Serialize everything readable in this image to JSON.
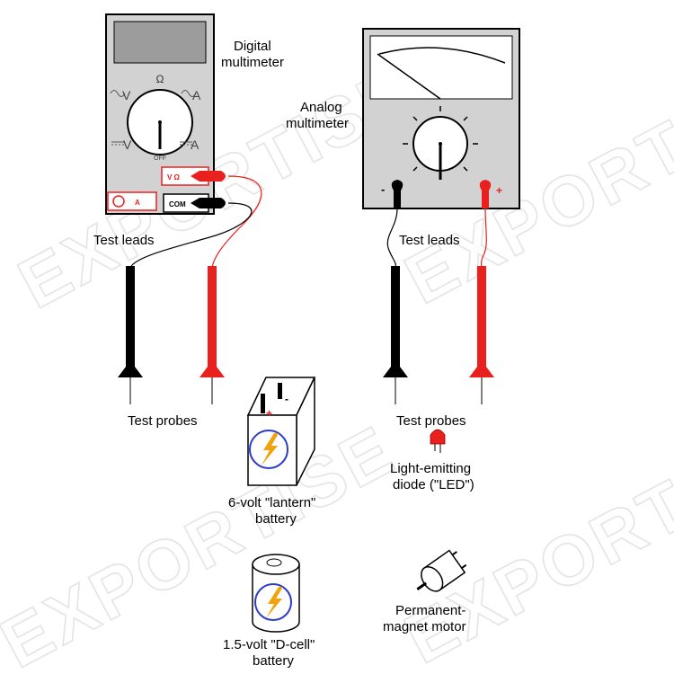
{
  "labels": {
    "digital_multimeter": [
      "Digital",
      "multimeter"
    ],
    "analog_multimeter": [
      "Analog",
      "multimeter"
    ],
    "test_leads_left": "Test leads",
    "test_leads_right": "Test leads",
    "test_probes_left": "Test probes",
    "test_probes_right": "Test probes",
    "led": [
      "Light-emitting",
      "diode (\"LED\")"
    ],
    "lantern_battery": [
      "6-volt \"lantern\"",
      "battery"
    ],
    "dcell_battery": [
      "1.5-volt \"D-cell\"",
      "battery"
    ],
    "motor": [
      "Permanent-",
      "magnet motor"
    ]
  },
  "dmm": {
    "ohm_symbol": "Ω",
    "off_label": "OFF",
    "ac_v": "V",
    "ac_a": "A",
    "dc_v": "V",
    "dc_a": "A",
    "jack_vohm": "V Ω",
    "jack_a": "A",
    "jack_com": "COM"
  },
  "analog": {
    "minus": "-",
    "plus": "+"
  },
  "battery": {
    "plus": "+",
    "minus": "-"
  },
  "watermark": "EXPORTISE",
  "colors": {
    "red": "#e8201e",
    "black": "#000000",
    "gray_body": "#d2d2d2",
    "display_gray": "#9c9c9c",
    "bolt": "#f2a20c",
    "circle_blue": "#2b3cc8"
  }
}
